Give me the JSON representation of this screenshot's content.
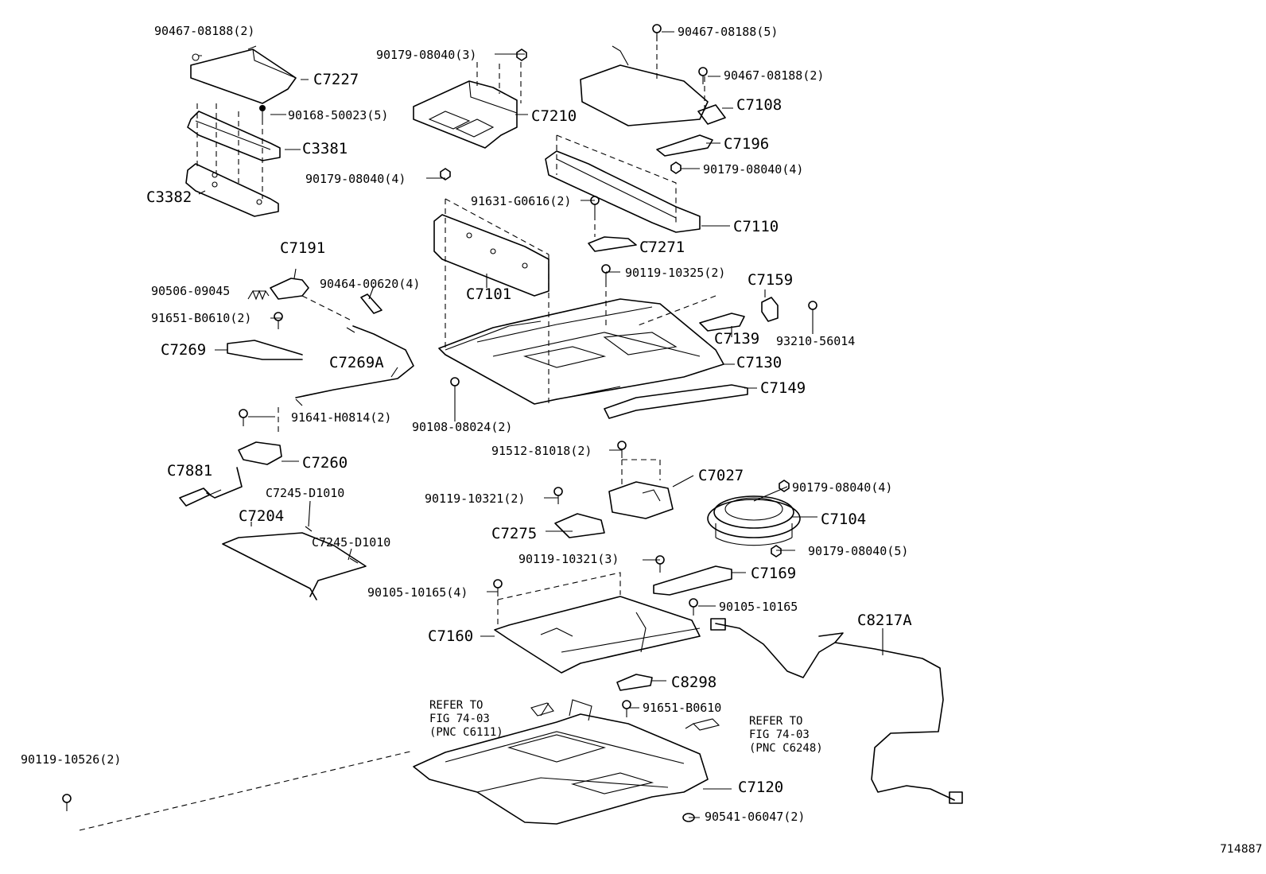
{
  "labels": {
    "p1": "90467-08188(2)",
    "p2": "C7227",
    "p3": "90168-50023(5)",
    "p4": "C3381",
    "p5": "C3382",
    "p6": "90179-08040(3)",
    "p7": "C7210",
    "p8": "90467-08188(5)",
    "p9": "90467-08188(2)",
    "p10": "C7108",
    "p11": "C7196",
    "p12": "90179-08040(4)",
    "p13": "90179-08040(4)",
    "p14": "91631-G0616(2)",
    "p15": "C7110",
    "p16": "C7271",
    "p17": "C7191",
    "p18": "90506-09045",
    "p19": "90464-00620(4)",
    "p20": "91651-B0610(2)",
    "p21": "C7101",
    "p22": "90119-10325(2)",
    "p23": "C7159",
    "p24": "C7139",
    "p25": "93210-56014",
    "p26": "C7269",
    "p27": "C7269A",
    "p28": "C7130",
    "p29": "C7149",
    "p30": "91641-H0814(2)",
    "p31": "90108-08024(2)",
    "p32": "91512-81018(2)",
    "p33": "C7260",
    "p34": "C7027",
    "p35": "C7881",
    "p36": "C7245-D1010",
    "p37": "90119-10321(2)",
    "p38": "90179-08040(4)",
    "p39": "C7204",
    "p40": "C7275",
    "p41": "C7104",
    "p42": "C7245-D1010",
    "p43": "90179-08040(5)",
    "p44": "90119-10321(3)",
    "p45": "C7169",
    "p46": "90105-10165(4)",
    "p47": "90105-10165",
    "p48": "C8217A",
    "p49": "C7160",
    "p50": "C8298",
    "p51": "91651-B0610",
    "p52": "90119-10526(2)",
    "p53": "C7120",
    "p54": "90541-06047(2)"
  },
  "references": {
    "left": {
      "line1": "REFER TO",
      "line2": "FIG 74-03",
      "line3": "(PNC C6111)"
    },
    "right": {
      "line1": "REFER TO",
      "line2": "FIG 74-03",
      "line3": "(PNC C6248)"
    }
  },
  "illustration_id": "714887"
}
